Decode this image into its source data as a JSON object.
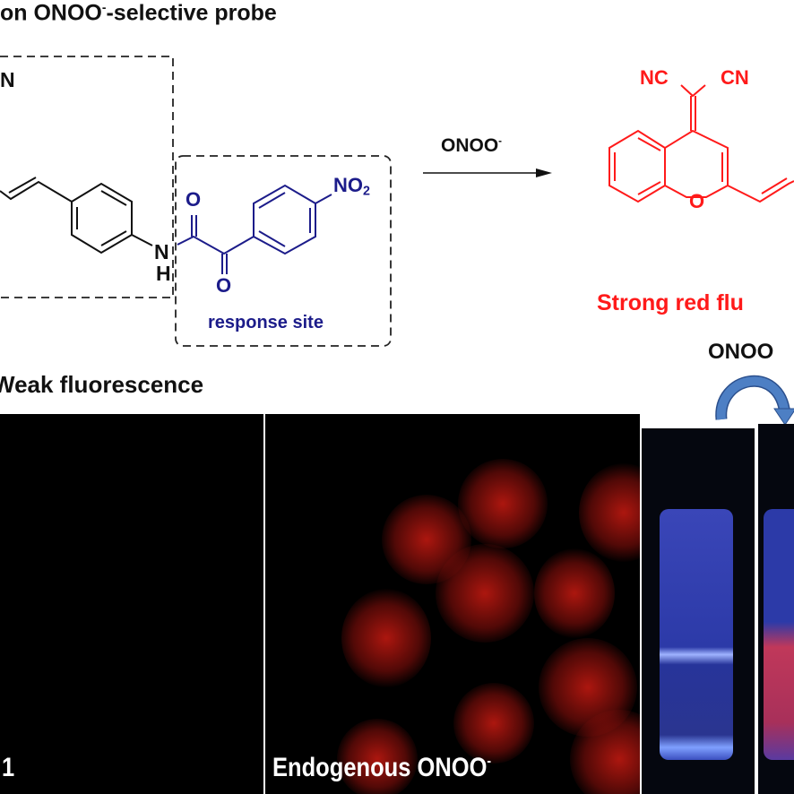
{
  "title": {
    "prefix": "on ONOO",
    "sup": "-",
    "suffix": "-selective probe"
  },
  "probe": {
    "n_label": "N",
    "nh_n": "N",
    "nh_h": "H",
    "carbonyl_o1": "O",
    "carbonyl_o2": "O",
    "nitro": "NO",
    "nitro_sub": "2",
    "response_site": "response site",
    "weak_label": "Weak fluorescence"
  },
  "reaction": {
    "reagent": "ONOO",
    "reagent_sup": "-"
  },
  "product": {
    "nc": "NC",
    "cn": "CN",
    "ring_o": "O",
    "strong_label": "Strong red flu"
  },
  "vials": {
    "reagent": "ONOO"
  },
  "panels": {
    "left_label": "1",
    "middle_label": "Endogenous ONOO",
    "middle_sup": "-"
  },
  "colors": {
    "blue": "#1c1c8a",
    "red": "#ff1a1a",
    "arrow_blue": "#3d6fb8"
  }
}
